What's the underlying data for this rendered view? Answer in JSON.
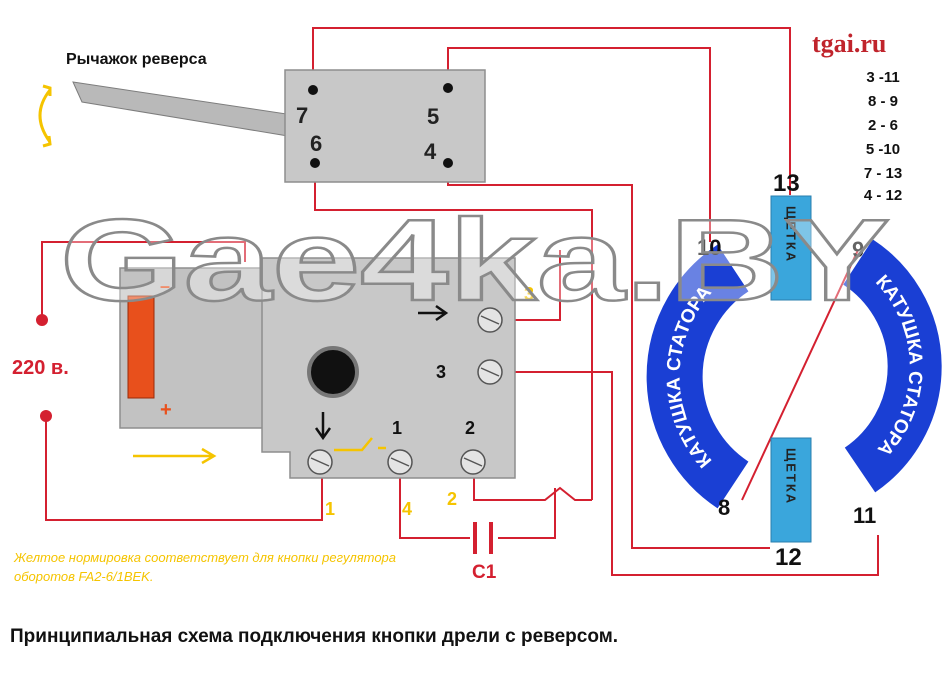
{
  "site": "tgai.ru",
  "watermark": "Gae4ka.BY",
  "lever_label": "Рычажок реверса",
  "switch_pins": {
    "p7": "7",
    "p6": "6",
    "p5": "5",
    "p4": "4"
  },
  "connections": [
    "3 -11",
    "8 - 9",
    "2 - 6",
    "5 -10",
    "7 - 13",
    "4 - 12"
  ],
  "voltage": "220 в.",
  "plus_sign": "+",
  "minus_sign": "–",
  "button_pins": {
    "t1": "1",
    "t2": "2",
    "t3": "3"
  },
  "wire_labels": {
    "w1": "1",
    "w2": "2",
    "w3": "3",
    "w4": "4"
  },
  "capacitor": "C1",
  "brush_label": "ЩЕТКА",
  "stator_label": "КАТУШКА СТАТОРА",
  "stator_pins": {
    "s8": "8",
    "s9": "9",
    "s10": "10",
    "s11": "11"
  },
  "brush_pins": {
    "b12": "12",
    "b13": "13"
  },
  "note": "Желтое нормировка соответствует для кнопки регулятора оборотов FA2-6/1BEK.",
  "caption": "Принципиальная схема подключения кнопки дрели с реверсом.",
  "colors": {
    "wire": "#d42030",
    "stator": "#1a3fd4",
    "brush": "#3aa6dc",
    "housing": "#c8c8c8",
    "yellow": "#f5c400",
    "orange": "#e8501c"
  }
}
